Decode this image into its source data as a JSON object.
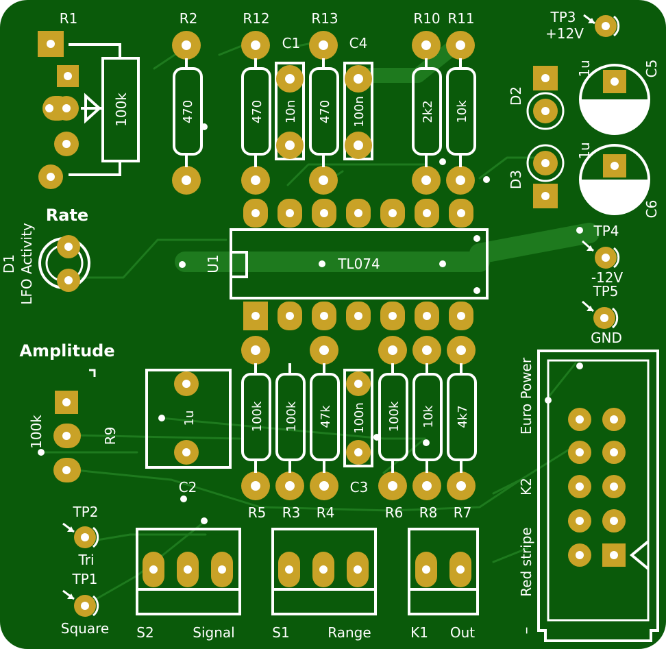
{
  "colors": {
    "board": "#0a5a0a",
    "copper_trace": "#1e7a1e",
    "pad": "#c9a227",
    "silk": "#ffffff"
  },
  "refs": {
    "r1": "R1",
    "r2": "R2",
    "r12": "R12",
    "r13": "R13",
    "r10": "R10",
    "r11": "R11",
    "c1": "C1",
    "c4": "C4",
    "tp3": "TP3",
    "tp3_net": "+12V",
    "c5": "C5",
    "c6": "C6",
    "d2": "D2",
    "d3": "D3",
    "c5_val": "1u",
    "c6_val": "1u",
    "tp4": "TP4",
    "tp4_net": "-12V",
    "tp5": "TP5",
    "tp5_net": "GND",
    "u1": "U1",
    "u1_val": "TL074",
    "d1": "D1",
    "d1_desc": "LFO Activity",
    "rate": "Rate",
    "amplitude": "Amplitude",
    "r9": "R9",
    "r9_val": "100k",
    "c2": "C2",
    "c2_val": "1u",
    "r5": "R5",
    "r3": "R3",
    "r4": "R4",
    "c3": "C3",
    "r6": "R6",
    "r8": "R8",
    "r7": "R7",
    "tp2": "TP2",
    "tp2_net": "Tri",
    "tp1": "TP1",
    "tp1_net": "Square",
    "s2": "S2",
    "s2_name": "Signal",
    "s1": "S1",
    "s1_name": "Range",
    "k1": "K1",
    "k1_name": "Out",
    "k2": "K2",
    "euro_power": "Euro Power",
    "red_stripe": "Red stripe",
    "minus": "–"
  },
  "values": {
    "r1": "100k",
    "r2": "470",
    "r12": "470",
    "c1": "10n",
    "r13": "470",
    "c4": "100n",
    "r10": "2k2",
    "r11": "10k",
    "r5": "100k",
    "r3": "100k",
    "r4": "47k",
    "c3": "100n",
    "r6": "100k",
    "r8": "10k",
    "r7": "4k7"
  }
}
